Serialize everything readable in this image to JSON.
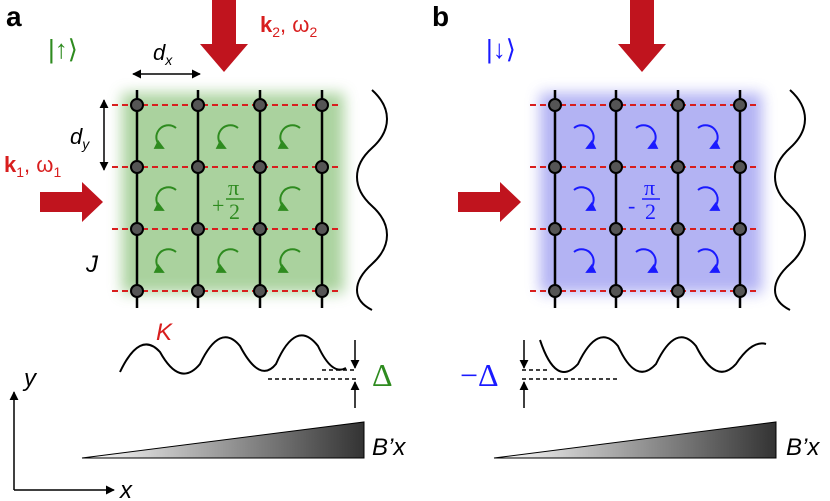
{
  "panels": [
    {
      "letter": "a",
      "state": "|↑⟩",
      "state_color": "#2e8b1f",
      "flux_sign": "+",
      "flux_num": "π",
      "flux_den": "2",
      "flux_color": "#2e8b1f",
      "circulation": "counterclockwise",
      "fill_color": "#9ccb8e",
      "k1_label": "k",
      "k1_sub": "1",
      "w1_label": ", ω",
      "w1_sub": "1",
      "k2_label": "k",
      "k2_sub": "2",
      "w2_label": ", ω",
      "w2_sub": "2",
      "dx_label": "d",
      "dx_sub": "x",
      "dy_label": "d",
      "dy_sub": "y",
      "J_label": "J",
      "K_label": "K",
      "delta_label": "Δ",
      "gradient_label": "B’x"
    },
    {
      "letter": "b",
      "state": "|↓⟩",
      "state_color": "#1a1aff",
      "flux_sign": "-",
      "flux_num": "π",
      "flux_den": "2",
      "flux_color": "#1a1aff",
      "circulation": "clockwise",
      "fill_color": "#a6a6f2",
      "delta_label": "−Δ",
      "gradient_label": "B’x"
    }
  ],
  "axes": {
    "x_label": "x",
    "y_label": "y"
  },
  "colors": {
    "arrow": "#c0141e",
    "bond": "#d81e1e",
    "site": "#555555"
  }
}
